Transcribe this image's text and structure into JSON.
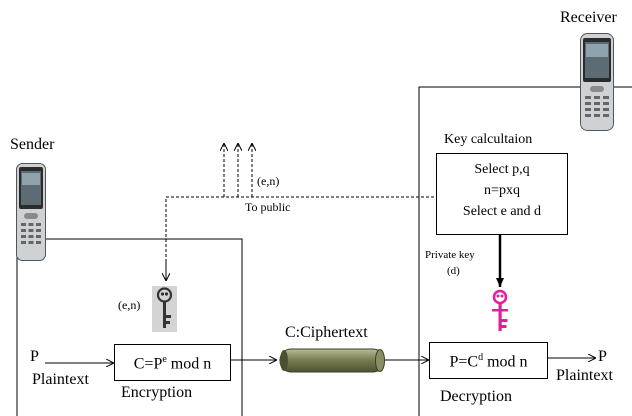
{
  "sender": {
    "label": "Sender"
  },
  "receiver": {
    "label": "Receiver"
  },
  "public_key": {
    "label": "(e,n)",
    "to_public": "To public"
  },
  "sender_key_label": "(e,n)",
  "key_calc": {
    "title": "Key calcultaion",
    "line1": "Select p,q",
    "line2": "n=pxq",
    "line3": "Select e and d"
  },
  "private_key": {
    "label": "Private key",
    "sub": "(d)"
  },
  "encryption": {
    "input": "P",
    "input_label": "Plaintext",
    "formula_base": "C=P",
    "formula_exp": "e",
    "formula_tail": " mod n",
    "label": "Encryption"
  },
  "channel": {
    "label": "C:Ciphertext"
  },
  "decryption": {
    "formula_base": "P=C",
    "formula_exp": "d",
    "formula_tail": " mod n",
    "label": "Decryption",
    "output": "P",
    "output_label": "Plaintext"
  },
  "colors": {
    "private_key": "#e0209a",
    "public_key": "#333333",
    "pipe": "#6b7048",
    "pipe_light": "#9ea27a"
  },
  "icons": {
    "sender_device": "mobile-phone-icon",
    "receiver_device": "mobile-phone-icon",
    "public_key": "key-icon",
    "private_key": "key-icon"
  }
}
